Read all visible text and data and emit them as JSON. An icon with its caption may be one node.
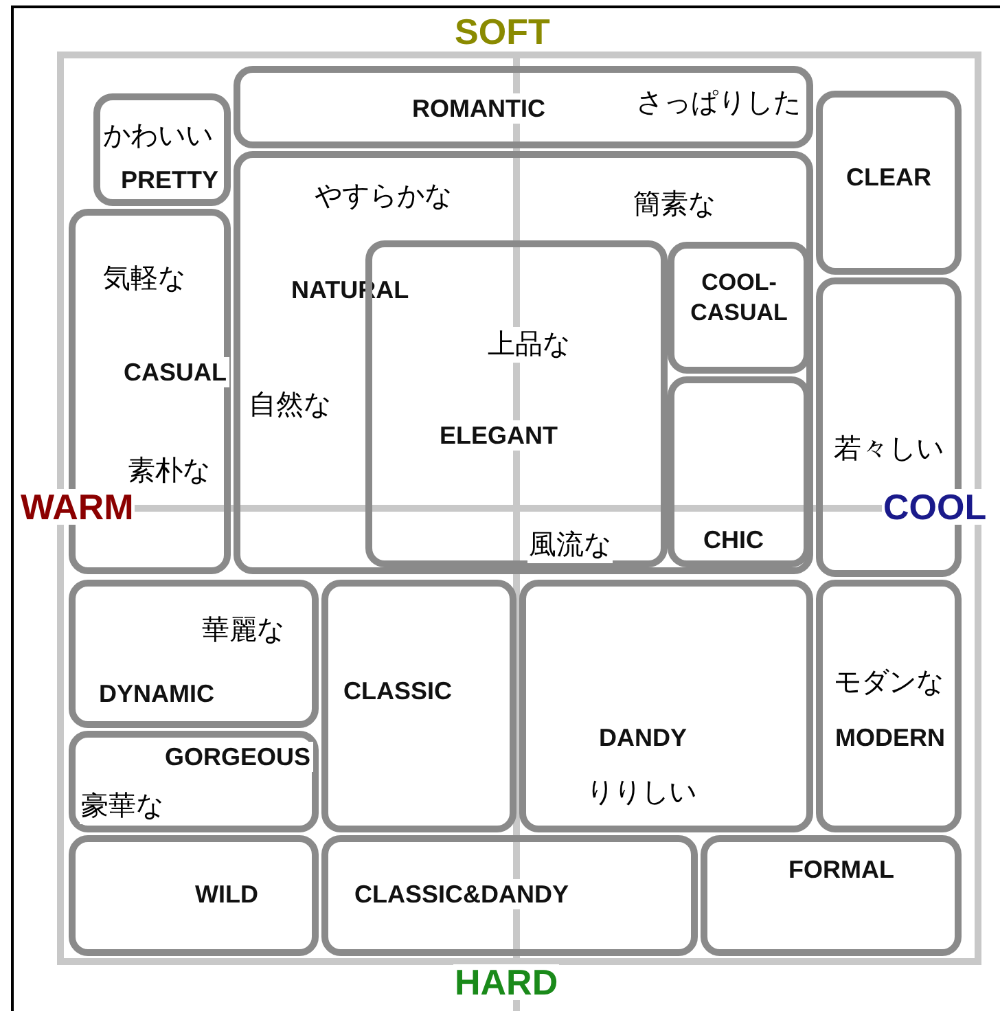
{
  "diagram": {
    "nodes": [
      {
        "text": [
          "ROMANTIC"
        ]
      },
      {
        "text": [
          "PRETTY"
        ]
      },
      {
        "text": [
          "CLEAR"
        ]
      },
      {
        "text": [
          "NATURAL"
        ]
      },
      {
        "text": [
          "COOL-CASUAL"
        ],
        "in": 3
      },
      {
        "text": [
          "CASUAL"
        ]
      },
      {
        "text": [
          "ELEGANT"
        ],
        "in": 3
      },
      {
        "text": [],
        "shape": "box"
      },
      {
        "text": [
          "CHIC"
        ],
        "in": 3
      },
      {
        "text": [
          "DYNAMIC"
        ]
      },
      {
        "text": [
          "CLASSIC"
        ]
      },
      {
        "text": [
          "DANDY"
        ]
      },
      {
        "text": [
          "MODERN"
        ]
      },
      {
        "text": [
          "GORGEOUS"
        ]
      },
      {
        "text": [
          "WILD"
        ]
      },
      {
        "text": [
          "CLASSIC&DANDY"
        ]
      },
      {
        "text": [
          "FORMAL"
        ]
      }
    ],
    "labels": [
      "SOFT",
      "さっぱりした",
      "かわいい",
      "やすらかな",
      "簡素な",
      "気軽な",
      "上品な",
      "自然な",
      "若々しい",
      "素朴な",
      "WARM",
      "COOL",
      "風流な",
      "華麗な",
      "モダンな",
      "豪華な",
      "りりしい",
      "HARD"
    ]
  }
}
